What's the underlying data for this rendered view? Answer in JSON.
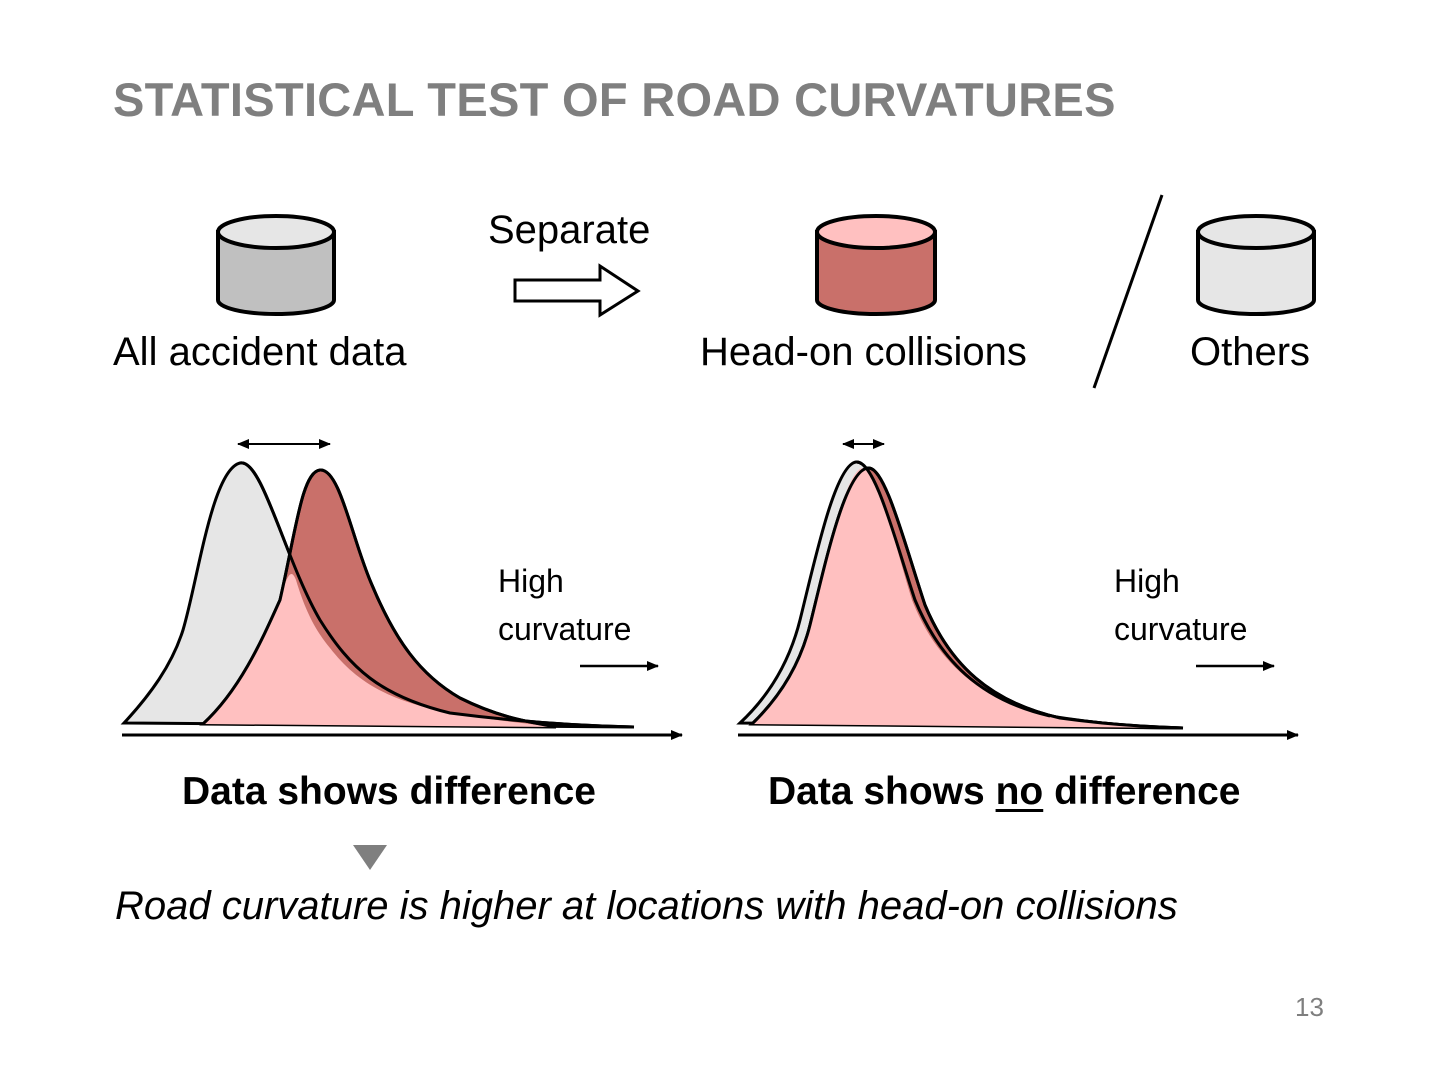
{
  "slide": {
    "title": "STATISTICAL TEST OF ROAD CURVATURES",
    "page_number": "13"
  },
  "top": {
    "arrow_label": "Separate",
    "db_all_label": "All accident data",
    "db_headon_label": "Head-on collisions",
    "db_others_label": "Others"
  },
  "left_plot": {
    "axis_note_line1": "High",
    "axis_note_line2": "curvature",
    "caption": "Data shows difference"
  },
  "right_plot": {
    "axis_note_line1": "High",
    "axis_note_line2": "curvature",
    "caption_before": "Data shows ",
    "caption_underlined": "no",
    "caption_after": " difference"
  },
  "conclusion": "Road curvature is higher at locations with head-on collisions",
  "colors": {
    "title_gray": "#7f7f7f",
    "db_gray_body": "#c0c0c0",
    "db_gray_top": "#e6e6e6",
    "headon_dark": "#c9706a",
    "headon_light": "#ffc0c0",
    "others_light": "#e6e6e6"
  },
  "icons": {
    "separate_arrow": "right-block-arrow-icon",
    "down_triangle": "down-triangle-icon",
    "database": "database-cylinder-icon"
  }
}
